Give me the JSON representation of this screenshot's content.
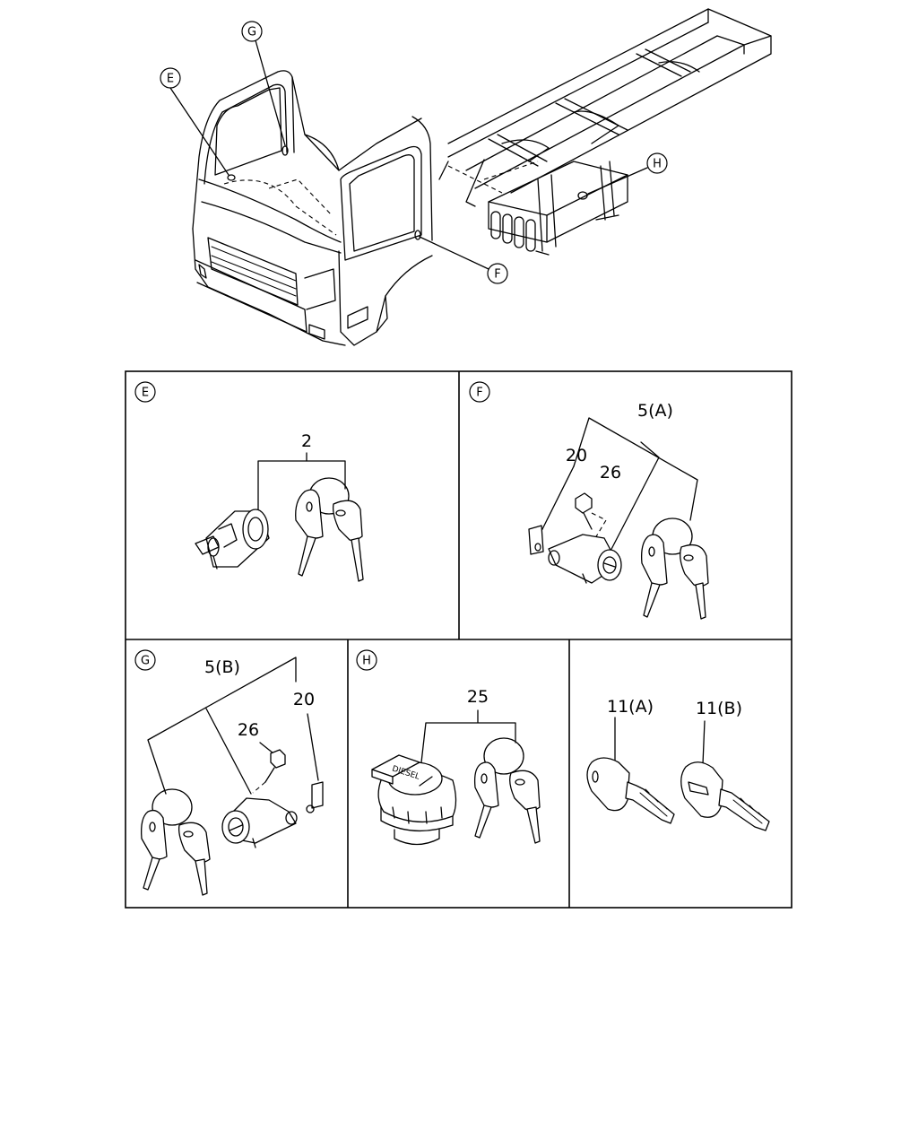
{
  "callouts": {
    "e": "E",
    "f": "F",
    "g": "G",
    "h": "H"
  },
  "panels": {
    "e": {
      "letter": "E",
      "part": "2"
    },
    "f": {
      "letter": "F",
      "part_set": "5(A)",
      "bracket": "20",
      "bolt": "26"
    },
    "g": {
      "letter": "G",
      "part_set": "5(B)",
      "bracket": "20",
      "bolt": "26"
    },
    "h": {
      "letter": "H",
      "part": "25",
      "cap_text": "DIESEL"
    },
    "keys": {
      "key_a": "11(A)",
      "key_b": "11(B)"
    }
  }
}
